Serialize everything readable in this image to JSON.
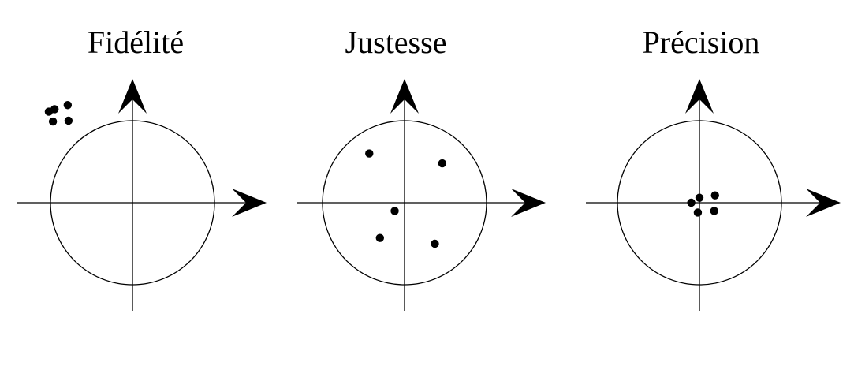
{
  "panels": [
    {
      "title": "Fidélité",
      "points": [
        [
          -1.02,
          1.11
        ],
        [
          -0.95,
          1.14
        ],
        [
          -0.79,
          1.19
        ],
        [
          -0.97,
          0.99
        ],
        [
          -0.78,
          1.0
        ]
      ]
    },
    {
      "title": "Justesse",
      "points": [
        [
          -0.43,
          0.6
        ],
        [
          0.46,
          0.48
        ],
        [
          -0.12,
          -0.1
        ],
        [
          -0.3,
          -0.43
        ],
        [
          0.37,
          -0.5
        ]
      ]
    },
    {
      "title": "Précision",
      "points": [
        [
          -0.1,
          0.0
        ],
        [
          0.0,
          0.06
        ],
        [
          0.19,
          0.09
        ],
        [
          -0.02,
          -0.12
        ],
        [
          0.18,
          -0.1
        ]
      ]
    }
  ]
}
